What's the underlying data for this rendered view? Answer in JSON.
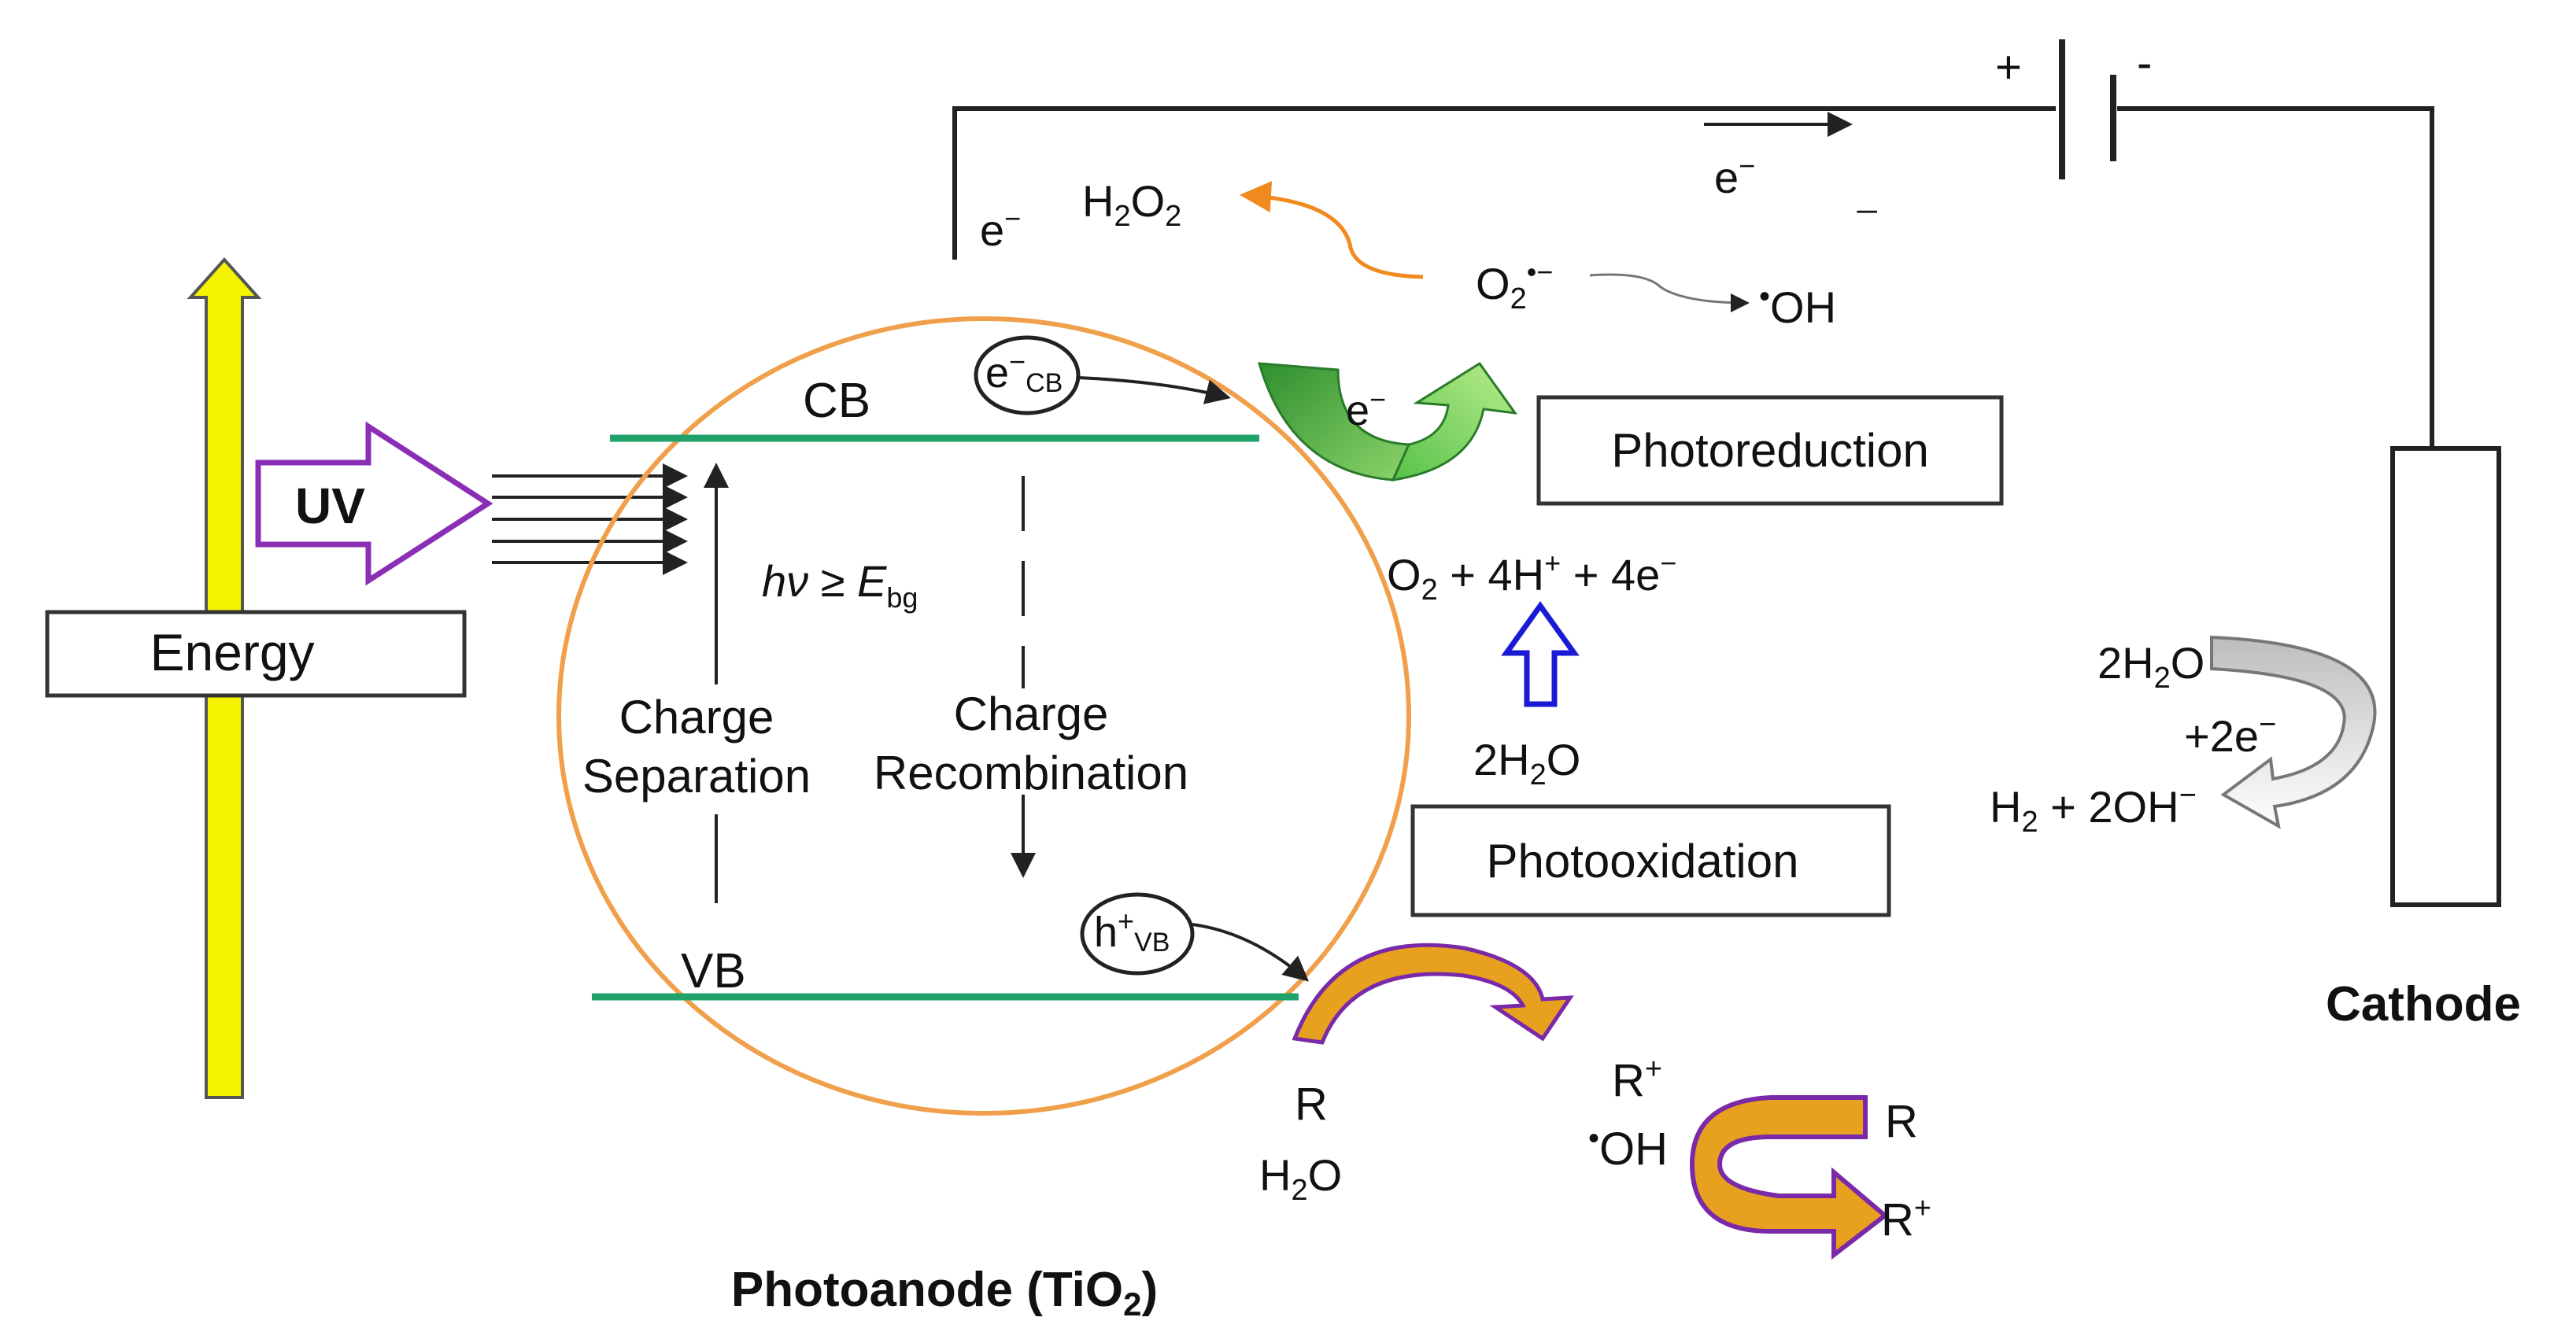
{
  "energy_axis": {
    "label": "Energy"
  },
  "light": {
    "uv_label": "UV"
  },
  "photoanode": {
    "label_prefix": "Photoanode (TiO",
    "label_sub": "2",
    "label_suffix": ")",
    "cb_label": "CB",
    "vb_label": "VB",
    "electron_cb": {
      "base": "e",
      "sup": "−",
      "sub": "CB"
    },
    "hole_vb": {
      "base": "h",
      "sup": "+",
      "sub": "VB"
    },
    "excitation": {
      "h": "h",
      "nu": "ν",
      "geq": " ≥ ",
      "E": "E",
      "sub": "bg"
    },
    "separation_line1": "Charge",
    "separation_line2": "Separation",
    "recombination_line1": "Charge",
    "recombination_line2": "Recombination",
    "electron_at_cb": {
      "base": "e",
      "sup": "−"
    }
  },
  "circuit": {
    "wire_electron": {
      "base": "e",
      "sup": "−"
    },
    "flow_electron": {
      "base": "e",
      "sup": "−"
    },
    "battery_plus": "+",
    "battery_minus": "-",
    "underscore_mark": "_"
  },
  "reduction": {
    "box_label": "Photoreduction",
    "h2o2": {
      "a": "H",
      "b": "2",
      "c": "O",
      "d": "2"
    },
    "superoxide": {
      "a": "O",
      "b": "2",
      "sup": "•−"
    },
    "hydroxyl": {
      "dot": "•",
      "text": "OH"
    },
    "equation": {
      "a": "O",
      "b": "2",
      "c": " + 4H",
      "d": "+",
      "e": " + 4e",
      "f": "−"
    },
    "water": {
      "a": "2H",
      "b": "2",
      "c": "O"
    }
  },
  "oxidation": {
    "box_label": "Photooxidation",
    "reactant_r": "R",
    "reactant_water": {
      "a": "H",
      "b": "2",
      "c": "O"
    },
    "product_r_plus": {
      "base": "R",
      "sup": "+"
    },
    "hydroxyl": {
      "dot": "•",
      "text": "OH"
    },
    "cycle_r": "R",
    "cycle_r_plus": {
      "base": "R",
      "sup": "+"
    }
  },
  "cathode": {
    "label": "Cathode",
    "water": {
      "a": "2H",
      "b": "2",
      "c": "O"
    },
    "electrons": {
      "a": "+2e",
      "b": "−"
    },
    "products": {
      "a": "H",
      "b": "2",
      "c": " + 2OH",
      "d": "−"
    }
  },
  "colors": {
    "band_green": "#1fa36b",
    "circle_orange": "#f0a04b",
    "uv_purple": "#8a2fb5",
    "energy_yellow": "#f4f400",
    "arrow_blue": "#1a1ad6",
    "h2o2_orange": "#f08a1e",
    "cycle_gold": "#e8a11e"
  }
}
